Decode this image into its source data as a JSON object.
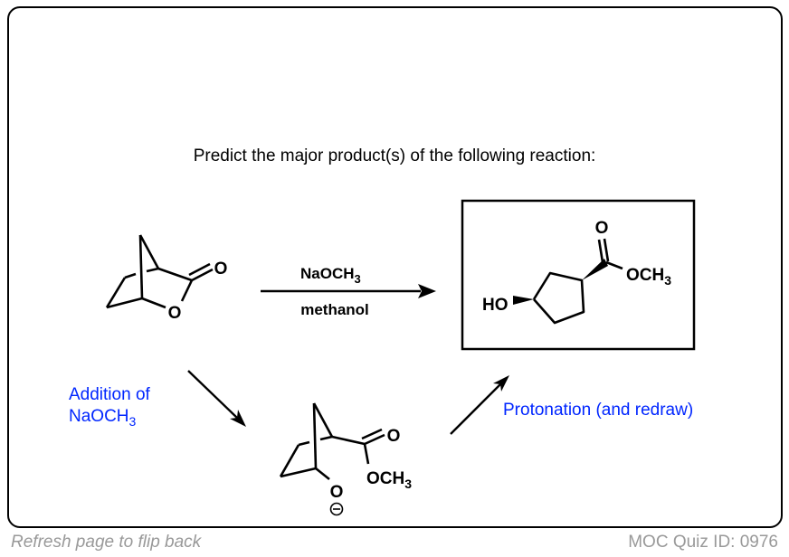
{
  "question": "Predict the major product(s) of the following reaction:",
  "reagents": {
    "top": "NaOCH",
    "top_sub": "3",
    "bottom": "methanol"
  },
  "steps": {
    "step1_line1": "Addition of",
    "step1_line2": "NaOCH",
    "step1_sub": "3",
    "step2": "Protonation (and redraw)"
  },
  "labels": {
    "O": "O",
    "HO": "HO",
    "OCH": "OCH",
    "sub3": "3",
    "minus": "−"
  },
  "footer": {
    "left": "Refresh page to flip back",
    "right": "MOC Quiz ID: 0976"
  },
  "colors": {
    "step_text": "#0026ff",
    "footer": "#999999"
  }
}
